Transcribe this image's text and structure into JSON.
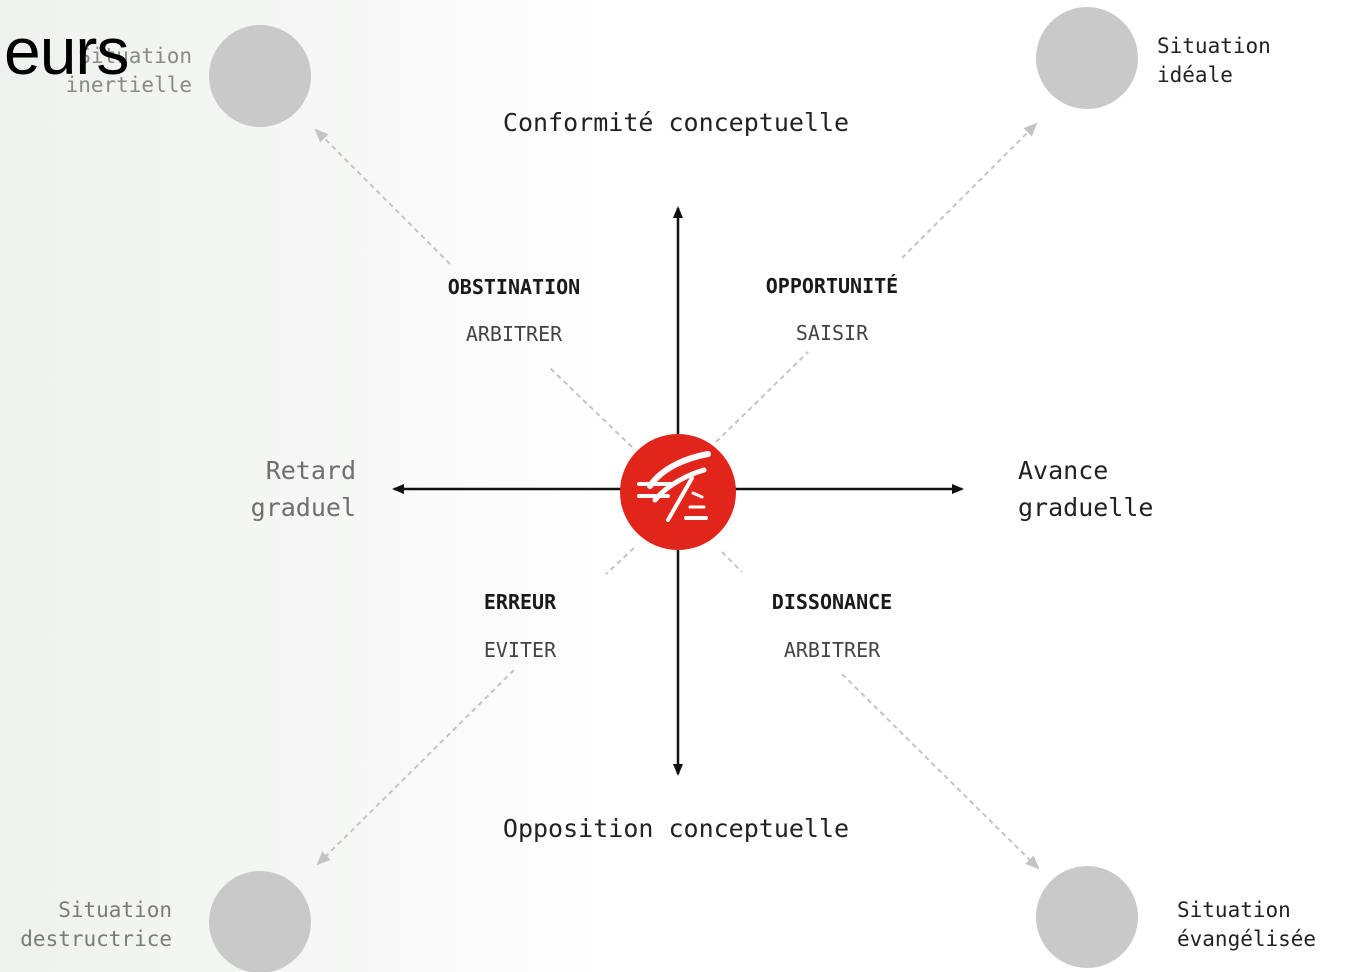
{
  "overlay_title": "eurs",
  "axes": {
    "top": "Conformité conceptuelle",
    "bottom": "Opposition conceptuelle",
    "left": [
      "Retard",
      "graduel"
    ],
    "right": [
      "Avance",
      "graduelle"
    ]
  },
  "quadrants": {
    "top_left": {
      "title": "OBSTINATION",
      "action": "ARBITRER"
    },
    "top_right": {
      "title": "OPPORTUNITÉ",
      "action": "SAISIR"
    },
    "bottom_left": {
      "title": "ERREUR",
      "action": "EVITER"
    },
    "bottom_right": {
      "title": "DISSONANCE",
      "action": "ARBITRER"
    }
  },
  "situations": {
    "top_left": [
      "Situation",
      "inertielle"
    ],
    "top_right": [
      "Situation",
      "idéale"
    ],
    "bottom_left": [
      "Situation",
      "destructrice"
    ],
    "bottom_right": [
      "Situation",
      "évangélisée"
    ]
  },
  "colors": {
    "logo_red": "#e1251b",
    "axis": "#111111",
    "dashed": "#bdbdbd",
    "circle": "#c9c9c9",
    "muted_text": "#7a7a7a",
    "text": "#222222"
  },
  "icons": {
    "center_logo": "euro-squirrel-logo-icon"
  }
}
